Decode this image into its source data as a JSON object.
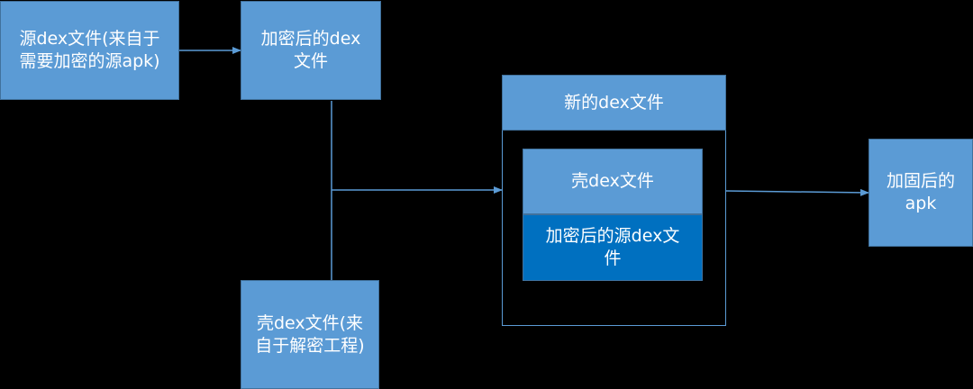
{
  "colors": {
    "background": "#000000",
    "box_fill": "#5b9bd5",
    "box_fill_dark": "#0070c0",
    "box_border": "#41719c",
    "connector": "#5b9bd5",
    "text": "#ffffff"
  },
  "nodes": {
    "source_dex": {
      "line1": "源dex文件(来自于",
      "line2": "需要加密的源apk)"
    },
    "encrypted_dex": {
      "line1": "加密后的dex",
      "line2": "文件"
    },
    "shell_dex": {
      "line1": "壳dex文件(来",
      "line2": "自于解密工程)"
    },
    "new_dex": {
      "label": "新的dex文件"
    },
    "inner_shell_dex": {
      "label": "壳dex文件"
    },
    "inner_encrypted_dex": {
      "line1": "加密后的源dex文",
      "line2": "件"
    },
    "hardened_apk": {
      "line1": "加固后的",
      "line2": "apk"
    }
  }
}
